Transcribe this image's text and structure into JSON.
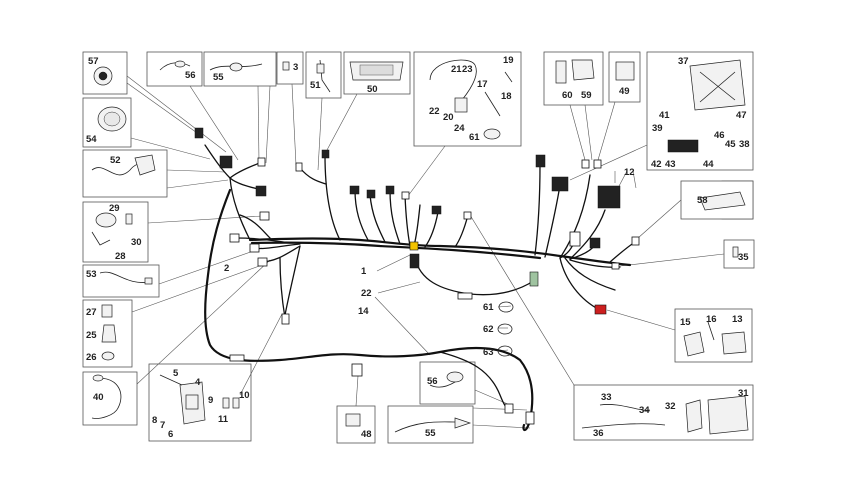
{
  "callouts": [
    "57",
    "56",
    "55",
    "3",
    "51",
    "50",
    "21",
    "23",
    "19",
    "17",
    "18",
    "22",
    "20",
    "24",
    "61",
    "60",
    "59",
    "49",
    "37",
    "47",
    "41",
    "39",
    "46",
    "45",
    "38",
    "42",
    "43",
    "44",
    "12",
    "54",
    "52",
    "29",
    "30",
    "28",
    "53",
    "27",
    "25",
    "26",
    "40",
    "5",
    "4",
    "9",
    "10",
    "8",
    "7",
    "6",
    "11",
    "2",
    "1",
    "22",
    "14",
    "61",
    "62",
    "63",
    "58",
    "35",
    "15",
    "16",
    "13",
    "56",
    "55",
    "48",
    "33",
    "34",
    "32",
    "31",
    "36"
  ],
  "colors": {
    "line": "#111111",
    "box": "#555555",
    "connector_yellow": "#f2c300",
    "connector_red": "#cc1f1f",
    "connector_green": "#9fc3a0"
  }
}
